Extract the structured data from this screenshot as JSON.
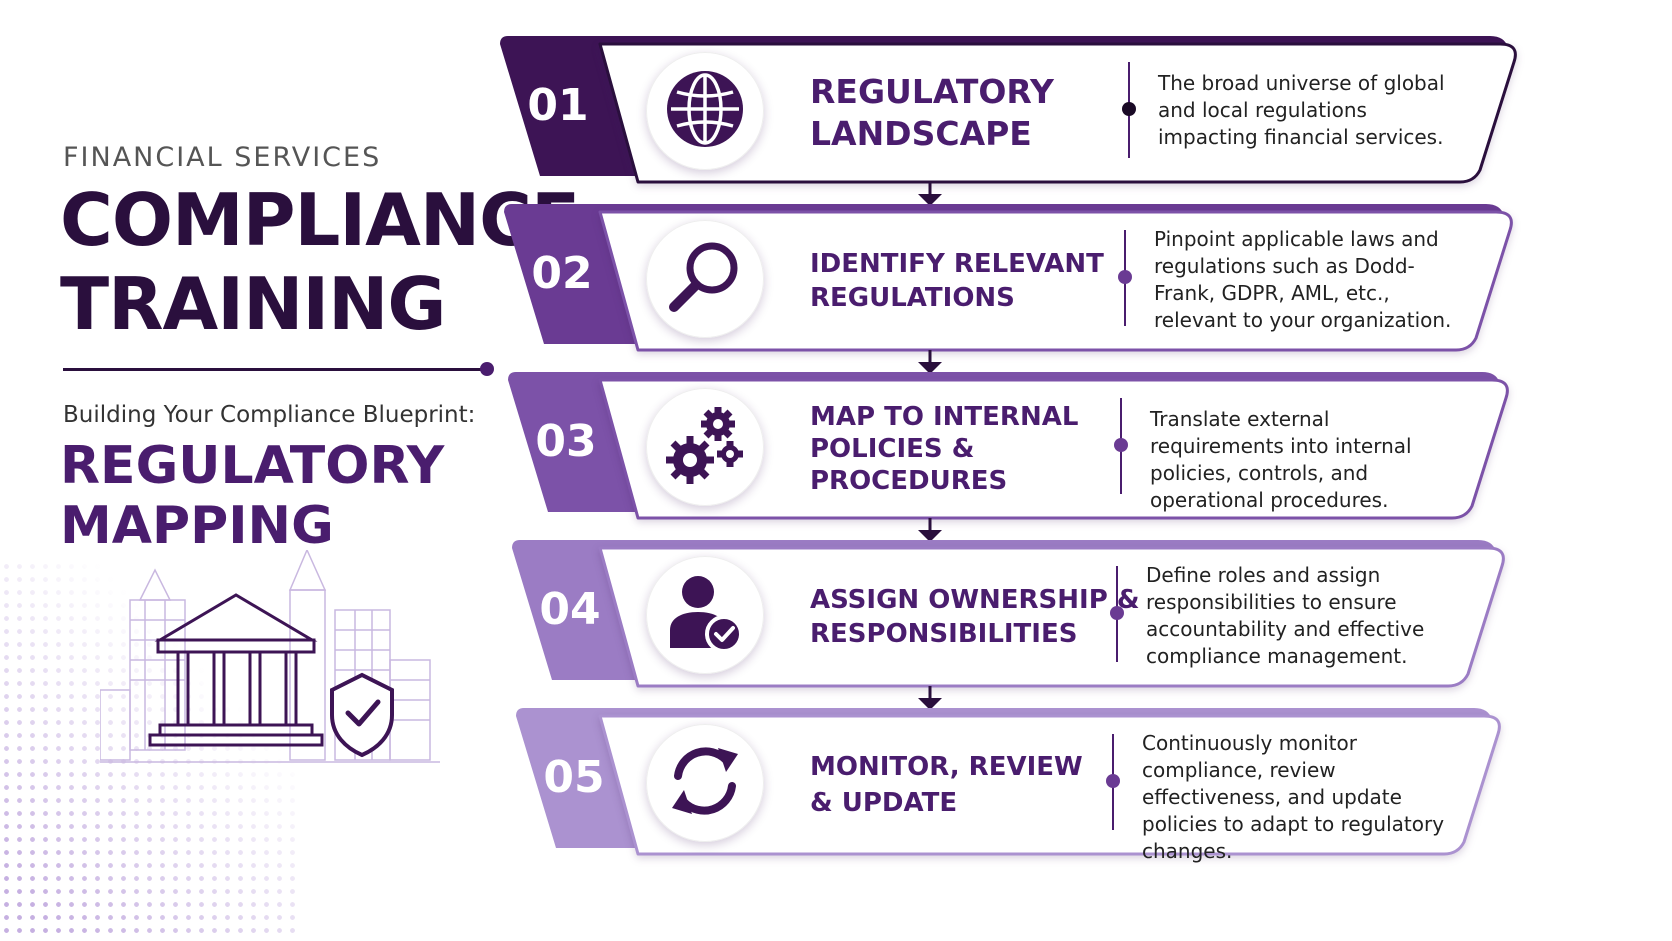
{
  "header": {
    "kicker": "FINANCIAL SERVICES",
    "title_line1": "COMPLIANCE",
    "title_line2": "TRAINING",
    "subtitle": "Building Your Compliance Blueprint:",
    "topic_line1": "REGULATORY",
    "topic_line2": "MAPPING"
  },
  "colors": {
    "dark_purple": "#2a0f3d",
    "accent_purple": "#4a1d6e",
    "step1": "#3d1455",
    "step2": "#6a3b93",
    "step3": "#7c52a8",
    "step4": "#9b7cc4",
    "step5": "#ab92d0"
  },
  "steps": [
    {
      "number": "01",
      "icon": "globe-icon",
      "title_line1": "REGULATORY",
      "title_line2": "LANDSCAPE",
      "title_line3": "",
      "description": "The broad universe of global and local regulations impacting financial services."
    },
    {
      "number": "02",
      "icon": "magnifier-icon",
      "title_line1": "IDENTIFY RELEVANT",
      "title_line2": "REGULATIONS",
      "title_line3": "",
      "description": "Pinpoint applicable laws and regulations such as Dodd-Frank, GDPR, AML, etc., relevant to your organization."
    },
    {
      "number": "03",
      "icon": "gears-icon",
      "title_line1": "MAP TO INTERNAL",
      "title_line2": "POLICIES &",
      "title_line3": "PROCEDURES",
      "description": "Translate external requirements into internal policies, controls, and operational procedures."
    },
    {
      "number": "04",
      "icon": "user-check-icon",
      "title_line1": "ASSIGN OWNERSHIP &",
      "title_line2": "RESPONSIBILITIES",
      "title_line3": "",
      "description": "Define roles and assign responsibilities to ensure accountability and effective compliance management."
    },
    {
      "number": "05",
      "icon": "refresh-icon",
      "title_line1": "MONITOR, REVIEW",
      "title_line2": "& UPDATE",
      "title_line3": "",
      "description": "Continuously monitor compliance, review effectiveness, and update policies to adapt to regulatory changes."
    }
  ]
}
